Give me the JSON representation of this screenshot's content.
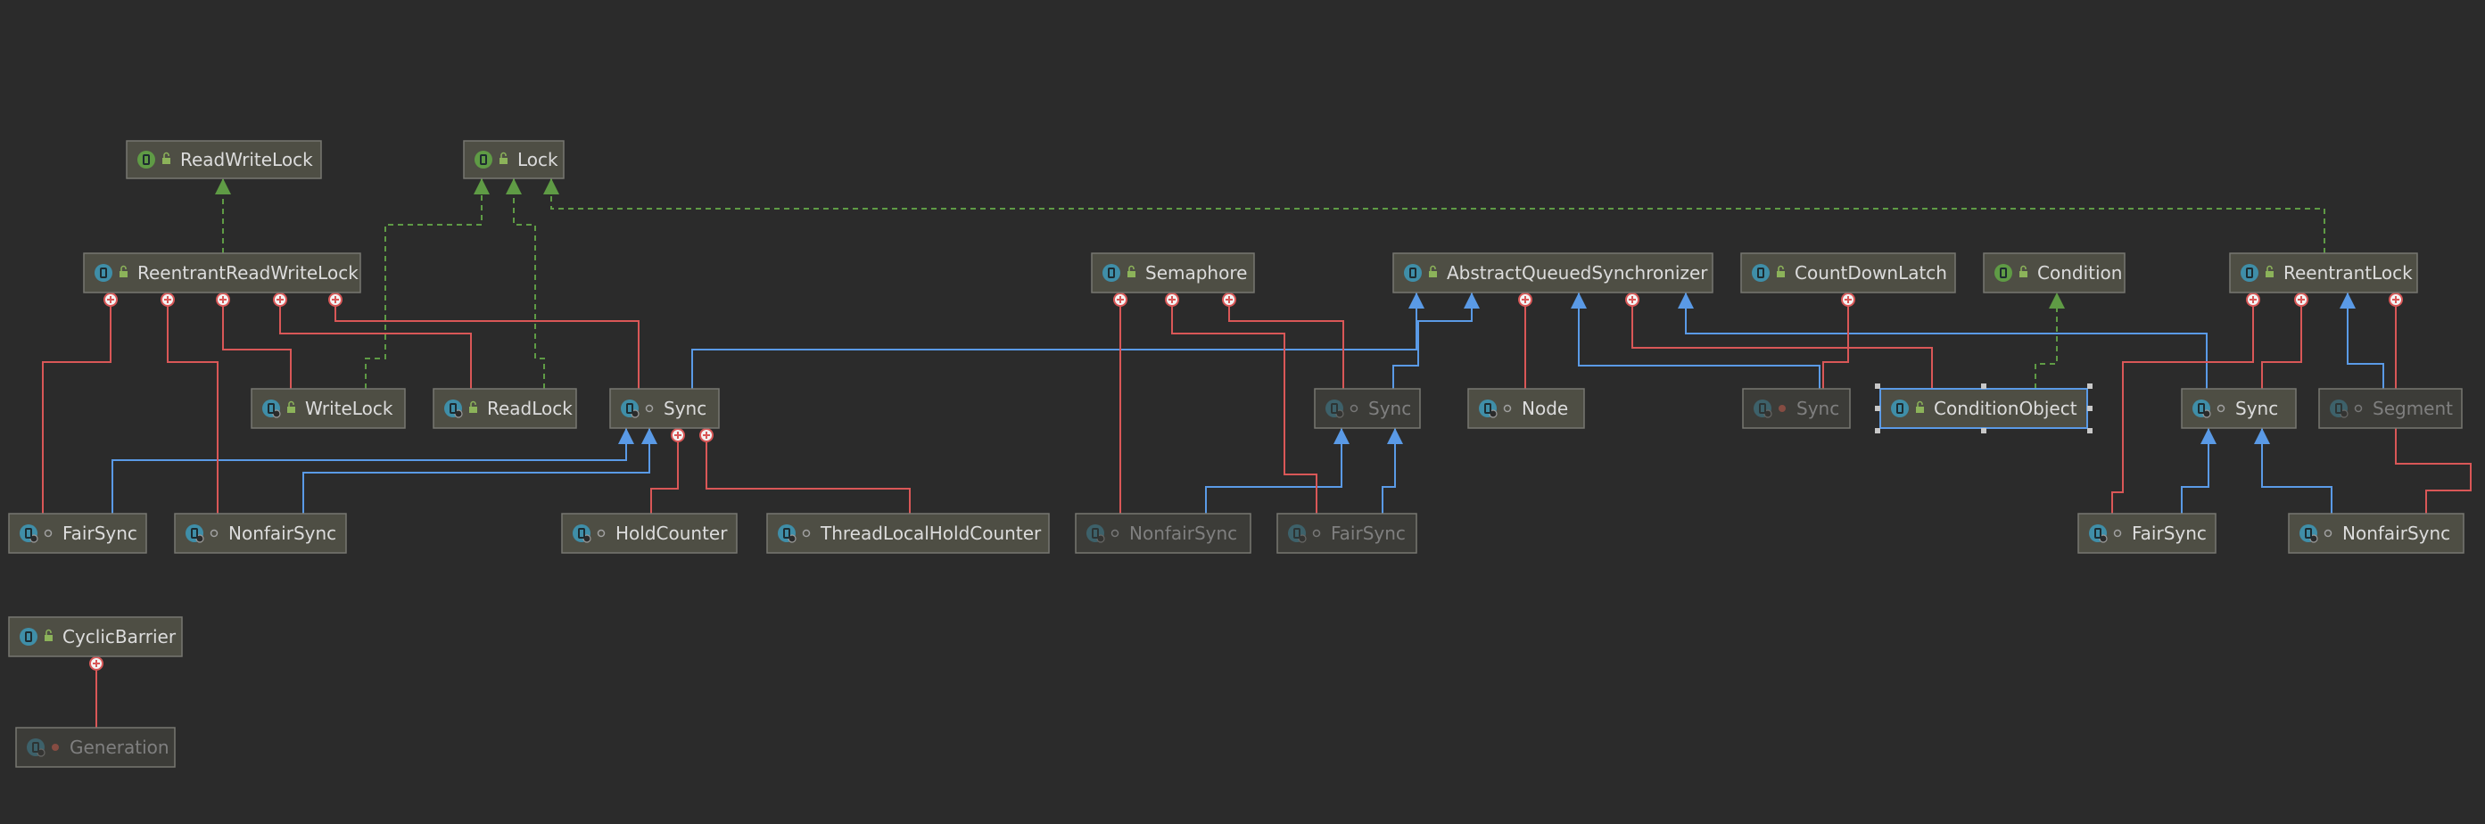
{
  "nodes": [
    {
      "id": "readwritelock",
      "label": "ReadWriteLock",
      "kind": "interface",
      "access": "public",
      "dim": false
    },
    {
      "id": "lock",
      "label": "Lock",
      "kind": "interface",
      "access": "public",
      "dim": false
    },
    {
      "id": "reentrantreadwritelock",
      "label": "ReentrantReadWriteLock",
      "kind": "class",
      "access": "public",
      "dim": false
    },
    {
      "id": "rrwl-writelock",
      "label": "WriteLock",
      "kind": "inner-static",
      "access": "public",
      "dim": false
    },
    {
      "id": "rrwl-readlock",
      "label": "ReadLock",
      "kind": "inner-static",
      "access": "public",
      "dim": false
    },
    {
      "id": "rrwl-sync",
      "label": "Sync",
      "kind": "inner-abstract",
      "access": "package",
      "dim": false
    },
    {
      "id": "rrwl-fairsync",
      "label": "FairSync",
      "kind": "inner-static",
      "access": "package",
      "dim": false
    },
    {
      "id": "rrwl-nonfairsync",
      "label": "NonfairSync",
      "kind": "inner-static",
      "access": "package",
      "dim": false
    },
    {
      "id": "holdcounter",
      "label": "HoldCounter",
      "kind": "inner-static",
      "access": "package",
      "dim": false
    },
    {
      "id": "threadlocalholdcounter",
      "label": "ThreadLocalHoldCounter",
      "kind": "inner-static",
      "access": "package",
      "dim": false
    },
    {
      "id": "semaphore",
      "label": "Semaphore",
      "kind": "class",
      "access": "public",
      "dim": false
    },
    {
      "id": "sem-sync",
      "label": "Sync",
      "kind": "inner-abstract",
      "access": "package",
      "dim": true
    },
    {
      "id": "sem-nonfairsync",
      "label": "NonfairSync",
      "kind": "inner-static",
      "access": "package",
      "dim": true
    },
    {
      "id": "sem-fairsync",
      "label": "FairSync",
      "kind": "inner-static",
      "access": "package",
      "dim": true
    },
    {
      "id": "aqs",
      "label": "AbstractQueuedSynchronizer",
      "kind": "class-abstract",
      "access": "public",
      "dim": false
    },
    {
      "id": "node",
      "label": "Node",
      "kind": "inner-static",
      "access": "package",
      "dim": false
    },
    {
      "id": "countdownlatch",
      "label": "CountDownLatch",
      "kind": "class",
      "access": "public",
      "dim": false
    },
    {
      "id": "cdl-sync",
      "label": "Sync",
      "kind": "inner-static",
      "access": "private",
      "dim": true
    },
    {
      "id": "condition",
      "label": "Condition",
      "kind": "interface",
      "access": "public",
      "dim": false
    },
    {
      "id": "conditionobject",
      "label": "ConditionObject",
      "kind": "class",
      "access": "public",
      "dim": false,
      "selected": true
    },
    {
      "id": "reentrantlock",
      "label": "ReentrantLock",
      "kind": "class",
      "access": "public",
      "dim": false
    },
    {
      "id": "rl-sync",
      "label": "Sync",
      "kind": "inner-abstract",
      "access": "package",
      "dim": false
    },
    {
      "id": "segment",
      "label": "Segment",
      "kind": "inner-static",
      "access": "package",
      "dim": true
    },
    {
      "id": "rl-fairsync",
      "label": "FairSync",
      "kind": "inner-static",
      "access": "package",
      "dim": false
    },
    {
      "id": "rl-nonfairsync",
      "label": "NonfairSync",
      "kind": "inner-static",
      "access": "package",
      "dim": false
    },
    {
      "id": "cyclicbarrier",
      "label": "CyclicBarrier",
      "kind": "class",
      "access": "public",
      "dim": false
    },
    {
      "id": "generation",
      "label": "Generation",
      "kind": "inner-static",
      "access": "private",
      "dim": true
    }
  ],
  "edges": [
    {
      "from": "reentrantreadwritelock",
      "to": "readwritelock",
      "type": "implements"
    },
    {
      "from": "rrwl-writelock",
      "to": "lock",
      "type": "implements"
    },
    {
      "from": "rrwl-readlock",
      "to": "lock",
      "type": "implements"
    },
    {
      "from": "reentrantlock",
      "to": "lock",
      "type": "implements"
    },
    {
      "from": "conditionobject",
      "to": "condition",
      "type": "implements"
    },
    {
      "from": "rrwl-sync",
      "to": "aqs",
      "type": "extends"
    },
    {
      "from": "sem-sync",
      "to": "aqs",
      "type": "extends"
    },
    {
      "from": "cdl-sync",
      "to": "aqs",
      "type": "extends"
    },
    {
      "from": "rl-sync",
      "to": "aqs",
      "type": "extends"
    },
    {
      "from": "rrwl-fairsync",
      "to": "rrwl-sync",
      "type": "extends"
    },
    {
      "from": "rrwl-nonfairsync",
      "to": "rrwl-sync",
      "type": "extends"
    },
    {
      "from": "sem-nonfairsync",
      "to": "sem-sync",
      "type": "extends"
    },
    {
      "from": "sem-fairsync",
      "to": "sem-sync",
      "type": "extends"
    },
    {
      "from": "rl-fairsync",
      "to": "rl-sync",
      "type": "extends"
    },
    {
      "from": "rl-nonfairsync",
      "to": "rl-sync",
      "type": "extends"
    },
    {
      "from": "segment",
      "to": "reentrantlock",
      "type": "extends"
    },
    {
      "from": "reentrantreadwritelock",
      "to": "rrwl-fairsync",
      "type": "inner"
    },
    {
      "from": "reentrantreadwritelock",
      "to": "rrwl-nonfairsync",
      "type": "inner"
    },
    {
      "from": "reentrantreadwritelock",
      "to": "rrwl-writelock",
      "type": "inner"
    },
    {
      "from": "reentrantreadwritelock",
      "to": "rrwl-readlock",
      "type": "inner"
    },
    {
      "from": "reentrantreadwritelock",
      "to": "rrwl-sync",
      "type": "inner"
    },
    {
      "from": "rrwl-sync",
      "to": "holdcounter",
      "type": "inner"
    },
    {
      "from": "rrwl-sync",
      "to": "threadlocalholdcounter",
      "type": "inner"
    },
    {
      "from": "semaphore",
      "to": "sem-nonfairsync",
      "type": "inner"
    },
    {
      "from": "semaphore",
      "to": "sem-fairsync",
      "type": "inner"
    },
    {
      "from": "semaphore",
      "to": "sem-sync",
      "type": "inner"
    },
    {
      "from": "aqs",
      "to": "node",
      "type": "inner"
    },
    {
      "from": "aqs",
      "to": "conditionobject",
      "type": "inner"
    },
    {
      "from": "countdownlatch",
      "to": "cdl-sync",
      "type": "inner"
    },
    {
      "from": "reentrantlock",
      "to": "rl-fairsync",
      "type": "inner"
    },
    {
      "from": "reentrantlock",
      "to": "rl-sync",
      "type": "inner"
    },
    {
      "from": "reentrantlock",
      "to": "rl-nonfairsync",
      "type": "inner"
    },
    {
      "from": "cyclicbarrier",
      "to": "generation",
      "type": "inner"
    }
  ],
  "colors": {
    "background": "#2b2b2b",
    "node_fill": "#4e4e44",
    "node_fill_dim": "#3c3c38",
    "node_border": "#777771",
    "text": "#dcdcdc",
    "text_dim": "#7f7f7f",
    "class_icon": "#3f8ea8",
    "interface_icon": "#5f9b45",
    "lock_icon": "#8cb35a",
    "extends_line": "#5a9ae6",
    "implements_line": "#5f9b45",
    "inner_line": "#d95757",
    "selection_handle": "#c8c8c8"
  }
}
